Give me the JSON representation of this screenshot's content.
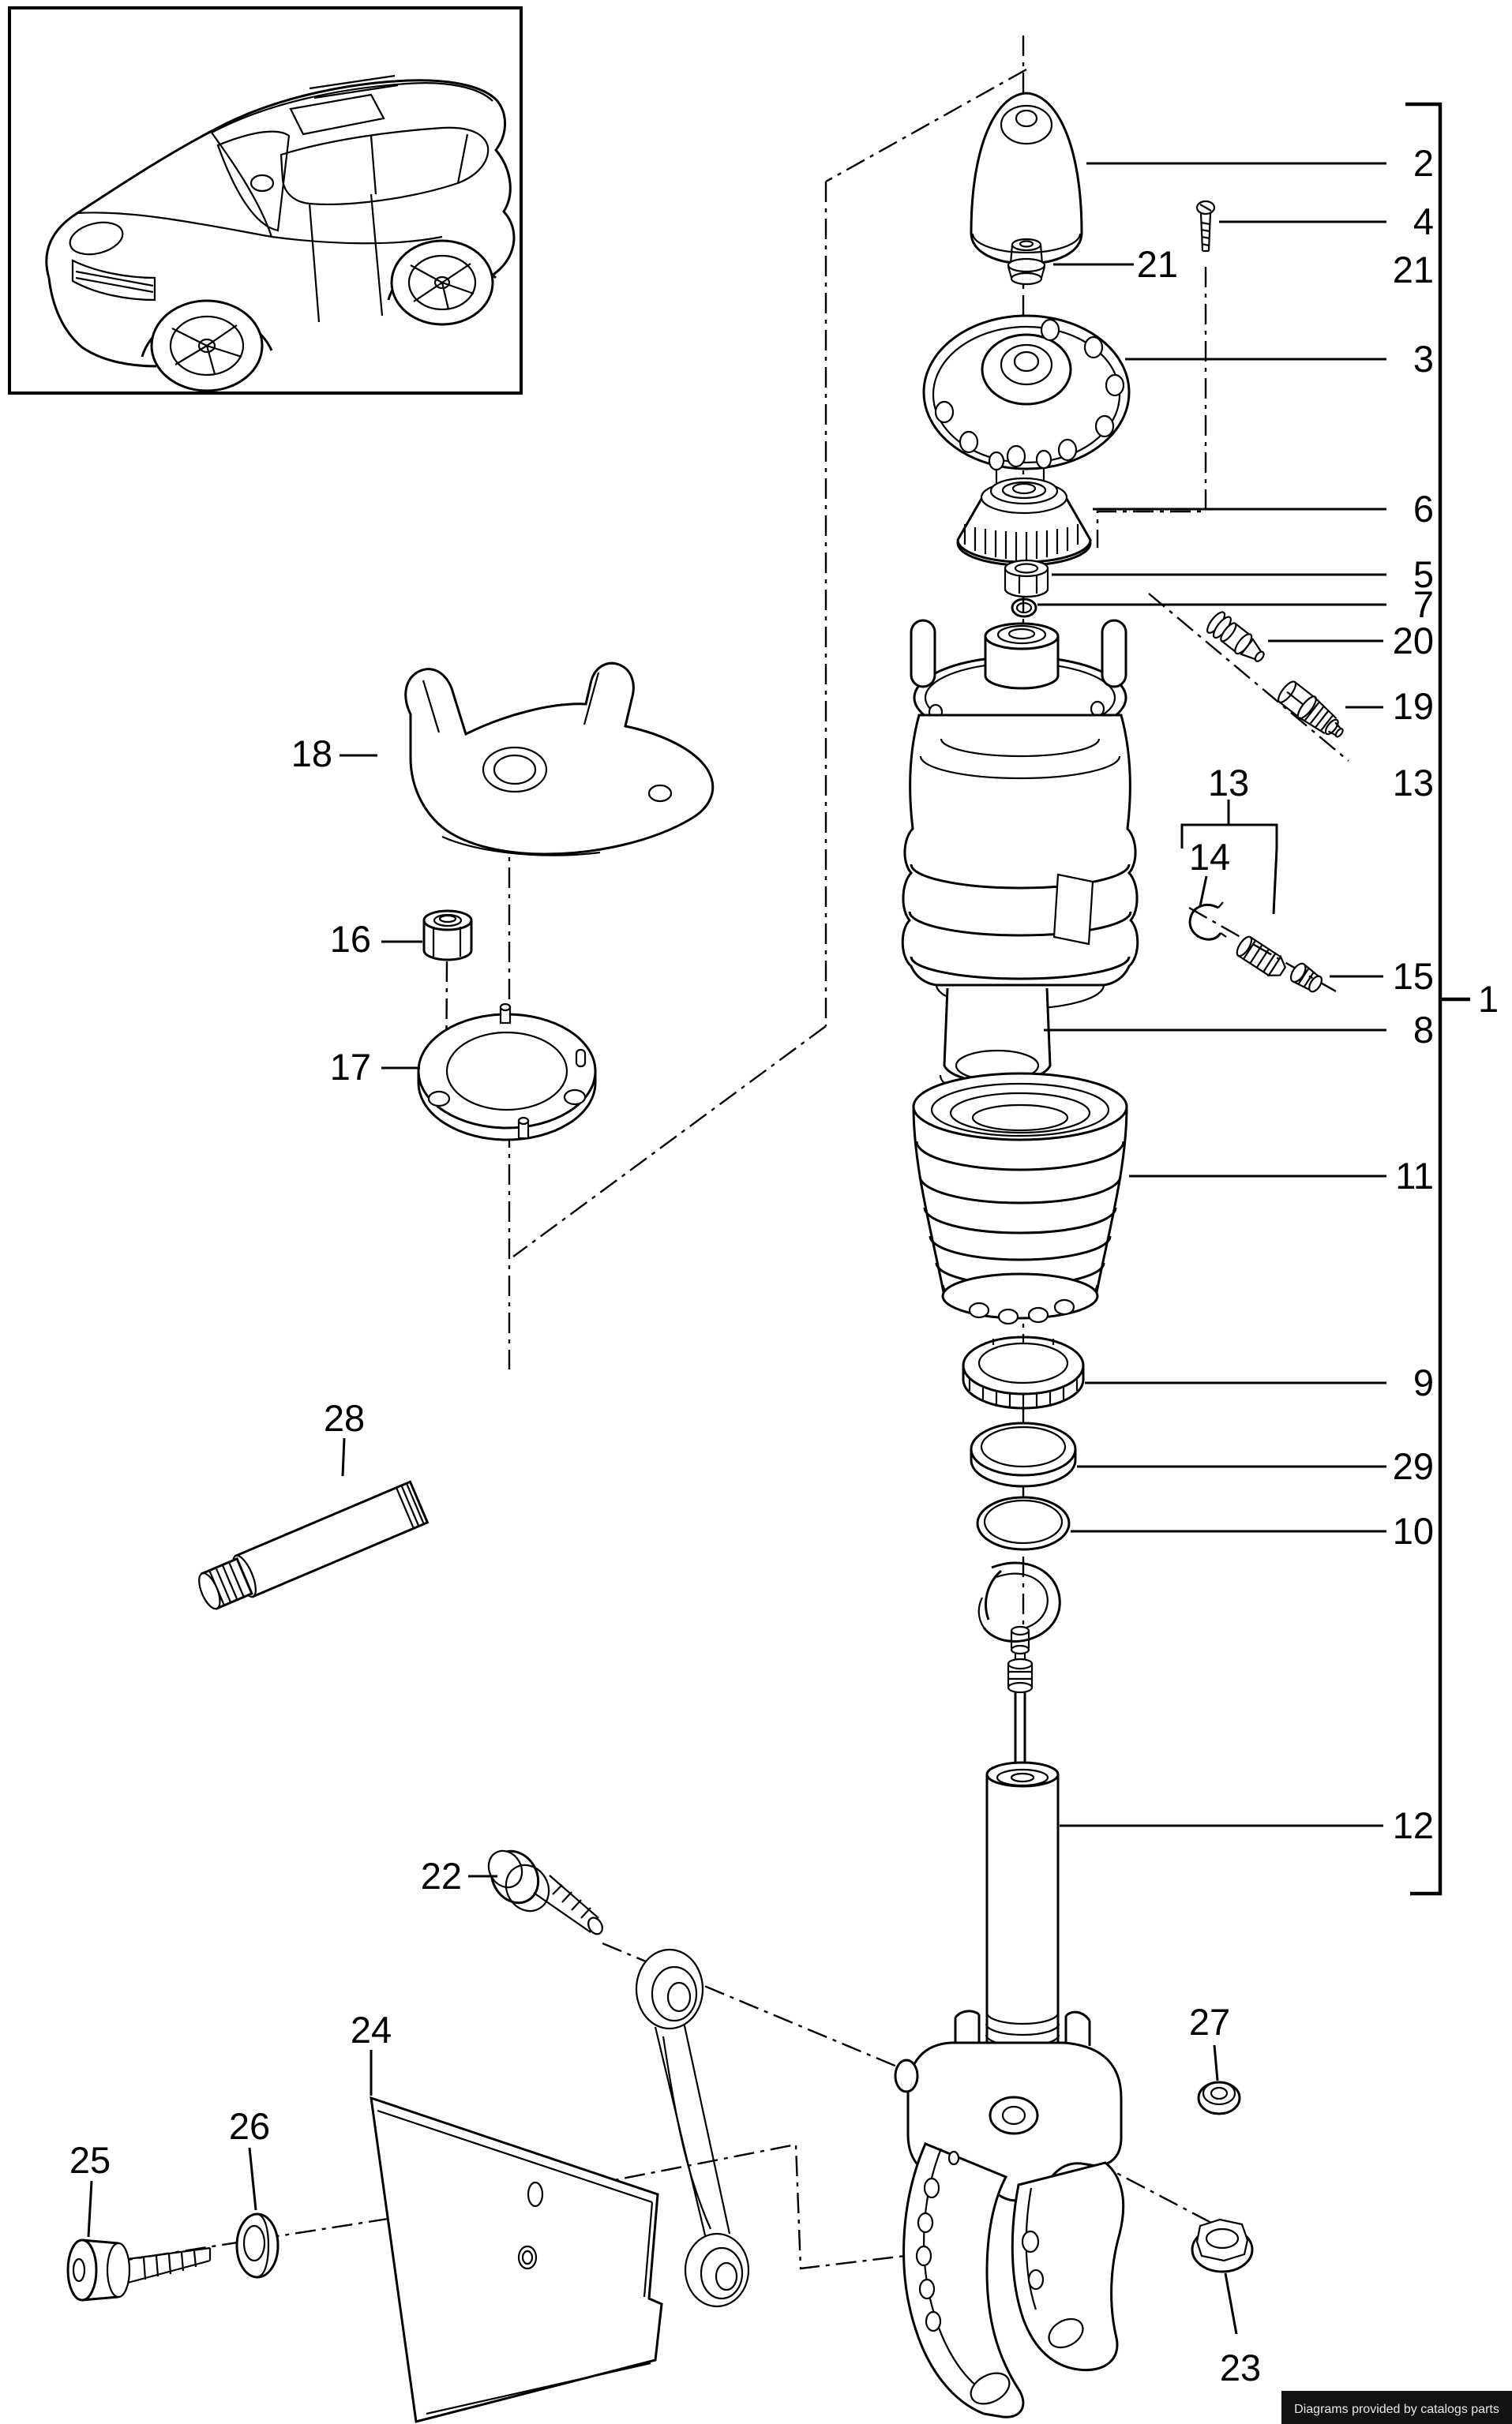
{
  "footer": {
    "credit": "Diagrams provided by catalogs parts",
    "bg": "#121212",
    "text_color": "#e9e9e9"
  },
  "colors": {
    "line": "#000000",
    "background": "#ffffff"
  },
  "callouts": {
    "n1": "1",
    "n2": "2",
    "n3": "3",
    "n4": "4",
    "n5": "5",
    "n6": "6",
    "n7": "7",
    "n8": "8",
    "n9": "9",
    "n10": "10",
    "n11": "11",
    "n12": "12",
    "n13": "13",
    "n14": "14",
    "n15": "15",
    "n16": "16",
    "n17": "17",
    "n18": "18",
    "n19": "19",
    "n20": "20",
    "n21": "21",
    "n22": "22",
    "n23": "23",
    "n24": "24",
    "n25": "25",
    "n26": "26",
    "n27": "27",
    "n28": "28",
    "n29": "29"
  }
}
